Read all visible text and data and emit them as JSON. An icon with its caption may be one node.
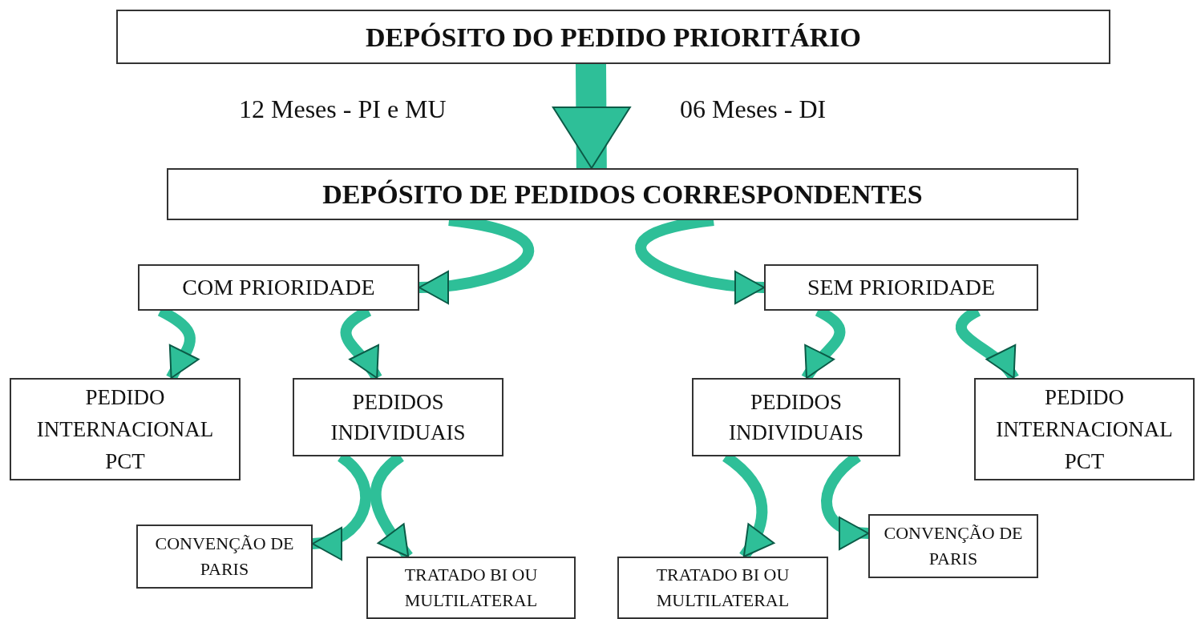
{
  "diagram": {
    "nodes": [
      {
        "text": [
          "DEPÓSITO DO PEDIDO PRIORITÁRIO"
        ]
      },
      {
        "text": [
          "DEPÓSITO DE PEDIDOS CORRESPONDENTES"
        ]
      },
      {
        "text": [
          "COM PRIORIDADE"
        ]
      },
      {
        "text": [
          "SEM PRIORIDADE"
        ]
      },
      {
        "text": [
          "PEDIDO INTERNACIONAL PCT"
        ]
      },
      {
        "text": [
          "PEDIDOS INDIVIDUAIS"
        ]
      },
      {
        "text": [
          "PEDIDOS INDIVIDUAIS"
        ]
      },
      {
        "text": [
          "PEDIDO INTERNACIONAL PCT"
        ]
      },
      {
        "text": [
          "CONVENÇÃO DE PARIS"
        ]
      },
      {
        "text": [
          "TRATADO BI OU MULTILATERAL"
        ]
      },
      {
        "text": [
          "TRATADO BI OU MULTILATERAL"
        ]
      },
      {
        "text": [
          "CONVENÇÃO DE PARIS"
        ]
      }
    ],
    "edges": [
      {
        "from": 0,
        "to": 1,
        "arrow": "to",
        "style": "thick"
      },
      {
        "from": 1,
        "to": 2,
        "arrow": "to"
      },
      {
        "from": 1,
        "to": 3,
        "arrow": "to"
      },
      {
        "from": 2,
        "to": 4,
        "arrow": "to"
      },
      {
        "from": 2,
        "to": 5,
        "arrow": "to"
      },
      {
        "from": 3,
        "to": 6,
        "arrow": "to"
      },
      {
        "from": 3,
        "to": 7,
        "arrow": "to"
      },
      {
        "from": 5,
        "to": 8,
        "arrow": "to"
      },
      {
        "from": 5,
        "to": 9,
        "arrow": "to"
      },
      {
        "from": 6,
        "to": 10,
        "arrow": "to"
      },
      {
        "from": 6,
        "to": 11,
        "arrow": "to"
      }
    ],
    "labels": [
      "12 Meses - PI e MU",
      "06 Meses - DI"
    ]
  }
}
